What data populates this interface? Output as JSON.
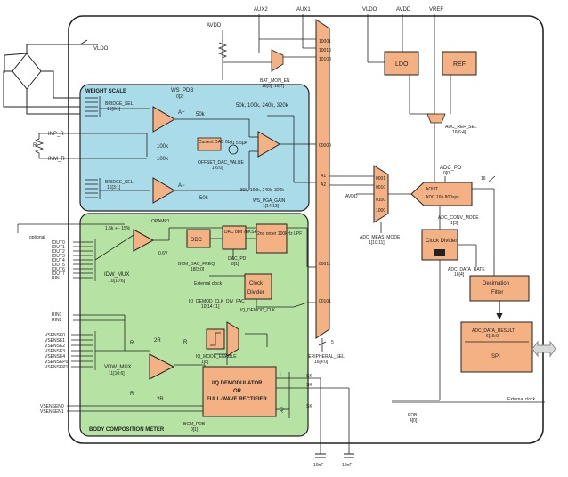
{
  "pins_top": {
    "aux2": "AUX2",
    "aux1": "AUX1",
    "vldo": "VLDO",
    "avdd": "AVDD",
    "vref": "VREF"
  },
  "avdd_label": "AVDD",
  "bridge_vldo": "VLDO",
  "weight": {
    "title": "WEIGHT SCALE",
    "ws_pdb_name": "WS_PDB",
    "ws_pdb_addr": "0[2]",
    "bridge_sel": "BRIDGE_SEL",
    "bridge_sel_addr1": "16[3:1]",
    "bridge_sel_addr2": "16[3:1]",
    "a_plus": "A+",
    "a_minus": "A−",
    "r50k_1": "50k",
    "r50k_2": "50k",
    "r100k_1": "100k",
    "r100k_2": "100k",
    "gain_top": "50k, 100k, 240k, 320k",
    "gain_bottom": "80k, 160k, 240k, 320k",
    "current_dac": "Current DAC 6bit",
    "dac_value": "±1 5.5µA",
    "offset_name": "OFFSET_DAC_VALUE",
    "offset_addr": "1[6:0]",
    "pga_name": "WS_PGA_GAIN",
    "pga_addr": "1[14:13]",
    "inp_r": "INP_R",
    "inm_r": "INM_R",
    "r_label": "R"
  },
  "bodycomp": {
    "title": "BODY COMPOSITION METER",
    "opamp_name": "OPAMP1",
    "opamp_gain": "1.5k +/- 15%",
    "optional": "optional",
    "vref_note": "0.6V",
    "ddc": "DDC",
    "dac8": "DAC 8bit 78KSPS",
    "lpf": "2nd order 100kHz LPF",
    "freq_name": "BCM_DAC_FREQ",
    "freq_addr": "18[3:0]",
    "dac_pd_name": "DAC_PD",
    "dac_pd_addr": "8[1]",
    "ext_clock": "External clock",
    "clock_divider": "Clock Divider",
    "iq_div_name": "IQ_DEMOD_CLK_DIV_FAC",
    "iq_div_addr": "10[14:11]",
    "iq_clk": "IQ_DEMOD_CLK",
    "idw_mux": "IDW_MUX",
    "idw_mux_addr": "10[10:6]",
    "vdw_mux": "VDW_MUX",
    "vdw_mux_addr": "11[10:6]",
    "iq_mode_name": "IQ_MODE_ENABLE",
    "iq_mode_addr": "1[8]",
    "demod_line1": "I/Q DEMODULATOR",
    "demod_line2": "OR",
    "demod_line3": "FULL-WAVE RECTIFIER",
    "bcm_pdb_name": "BCM_PDB",
    "bcm_pdb_addr": "0[1]",
    "r2r_1": "2R",
    "r2r_2": "2R",
    "r_1": "R",
    "r_2": "R",
    "r_3": "R",
    "i_label": "I",
    "q_label": "Q"
  },
  "pins_left_top": [
    "IOUT0",
    "IOUT1",
    "IOUT2",
    "IOUT3",
    "IOUT4",
    "IOUT5",
    "IOUT6",
    "IOUT7",
    "RIN"
  ],
  "pins_left_mid": [
    "RIN1",
    "RIN2"
  ],
  "pins_left_sense": [
    "VSENSE0",
    "VSENSE1",
    "VSENSE2",
    "VSENSE3",
    "VSENSE4",
    "VSENSEP0",
    "VSENSEP1"
  ],
  "pins_left_bottom": [
    "VSENSEN0",
    "VSENSEN1"
  ],
  "mux_main": {
    "inputs_top": [
      "10001",
      "10010",
      "10100",
      "00000"
    ],
    "ai_labels": [
      "A1",
      "A2"
    ],
    "inputs_low": [
      "00011",
      "00101"
    ],
    "peripheral_name": "PERIPHERAL_SEL",
    "peripheral_addr": "16[4:0]",
    "width_5": "5"
  },
  "bat_mon": {
    "name": "BAT_MON_EN",
    "addr": "16[5], 16[7]"
  },
  "ldo": "LDO",
  "ref": "REF",
  "adc_ref_sel": {
    "name": "ADC_REF_SEL",
    "addr": "16[6:4]"
  },
  "adc_pd": {
    "name": "ADC_PD",
    "addr": "0[0]"
  },
  "avdd_small": "AVDD",
  "adc_mux": {
    "inputs": [
      "0001",
      "0010",
      "0100",
      "1000"
    ],
    "name": "ADC_MEAS_MODE",
    "addr": "1[10:11]"
  },
  "adc": {
    "label": "ADC 16b 800sps",
    "aout": "AOUT",
    "conv_name": "ADC_CONV_MODE",
    "conv_addr": "1[3]",
    "bits": "16"
  },
  "clock_divider_right": "Clock Divider",
  "adc_data_rate": {
    "name": "ADC_DATA_RATE",
    "addr": "16[4]"
  },
  "decimation": "Decimation Filter",
  "adc_result": {
    "name": "ADC_DATA_RESULT",
    "addr": "6[15:0]"
  },
  "spi": "SPI",
  "ext_clock_right": "External clock",
  "pdb": {
    "name": "PDB",
    "addr": "4[0]"
  },
  "cap_1": "10nF",
  "cap_2": "10nF",
  "sk": [
    "SK",
    "SK",
    "SK"
  ],
  "colors": {
    "weight_bg": "#a9dbe9",
    "body_bg": "#b6e3a3",
    "block": "#f4b183",
    "stroke": "#222222"
  }
}
